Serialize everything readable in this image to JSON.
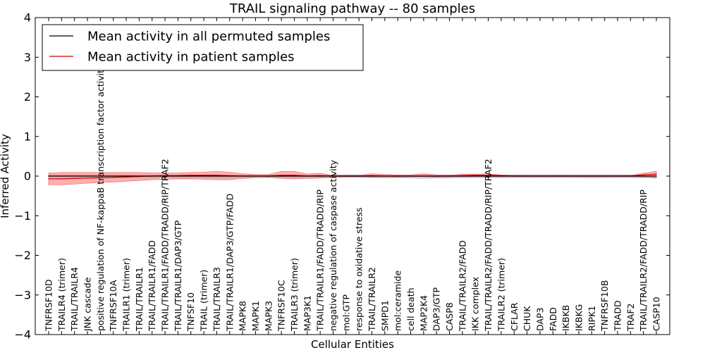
{
  "chart_data": {
    "type": "line",
    "title": "TRAIL signaling pathway -- 80 samples",
    "xlabel": "Cellular Entities",
    "ylabel": "Inferred Activity",
    "ylim": [
      -4,
      4
    ],
    "yticks": [
      -4,
      -3,
      -2,
      -1,
      0,
      1,
      2,
      3,
      4
    ],
    "ytick_labels": [
      "−4",
      "−3",
      "−2",
      "−1",
      "0",
      "1",
      "2",
      "3",
      "4"
    ],
    "grid": false,
    "legend_position": "top-left",
    "categories": [
      "TNFRSF10D",
      "TRAILR4 (trimer)",
      "TRAIL/TRAILR4",
      "JNK cascade",
      "positive regulation of NF-kappaB transcription factor activity",
      "TNFRSF10A",
      "TRAILR1 (trimer)",
      "TRAIL/TRAILR1",
      "TRAIL/TRAILR1/FADD",
      "TRAIL/TRAILR1/FADD/TRADD/RIP/TRAF2",
      "TRAIL/TRAILR1/DAP3/GTP",
      "TNFSF10",
      "TRAIL (trimer)",
      "TRAIL/TRAILR3",
      "TRAIL/TRAILR1/DAP3/GTP/FADD",
      "MAPK8",
      "MAPK1",
      "MAPK3",
      "TNFRSF10C",
      "TRAILR3 (trimer)",
      "MAP3K1",
      "TRAIL/TRAILR1/FADD/TRADD/RIP",
      "negative regulation of caspase activity",
      "mol:GTP",
      "response to oxidative stress",
      "TRAIL/TRAILR2",
      "SMPD1",
      "mol:ceramide",
      "cell death",
      "MAP2K4",
      "DAP3/GTP",
      "CASP8",
      "TRAIL/TRAILR2/FADD",
      "IKK complex",
      "TRAIL/TRAILR2/FADD/TRADD/RIP/TRAF2",
      "TRAILR2 (trimer)",
      "CFLAR",
      "CHUK",
      "DAP3",
      "FADD",
      "IKBKB",
      "IKBKG",
      "RIPK1",
      "TNFRSF10B",
      "TRADD",
      "TRAF2",
      "TRAIL/TRAILR2/FADD/TRADD/RIP",
      "CASP10"
    ],
    "series": [
      {
        "name": "Mean activity in all permuted samples",
        "color": "#000000",
        "values": [
          0.0,
          0.0,
          0.0,
          0.0,
          0.0,
          0.0,
          0.0,
          0.0,
          0.0,
          0.0,
          0.0,
          0.0,
          0.0,
          0.0,
          0.0,
          0.0,
          0.0,
          0.0,
          0.0,
          0.0,
          0.0,
          0.0,
          0.0,
          0.0,
          0.0,
          0.0,
          0.0,
          0.0,
          0.0,
          0.0,
          0.0,
          0.0,
          0.0,
          0.0,
          0.0,
          0.0,
          0.0,
          0.0,
          0.0,
          0.0,
          0.0,
          0.0,
          0.0,
          0.0,
          0.0,
          0.0,
          0.0,
          0.0
        ],
        "band_lower": [
          -0.06,
          -0.06,
          -0.05,
          -0.05,
          -0.05,
          -0.05,
          -0.05,
          -0.04,
          -0.04,
          -0.04,
          -0.04,
          -0.04,
          -0.04,
          -0.04,
          -0.04,
          -0.04,
          -0.04,
          -0.04,
          -0.03,
          -0.03,
          -0.03,
          -0.03,
          -0.03,
          -0.03,
          -0.03,
          -0.04,
          -0.04,
          -0.04,
          -0.05,
          -0.06,
          -0.05,
          -0.05,
          -0.04,
          -0.04,
          -0.04,
          -0.04,
          -0.04,
          -0.04,
          -0.04,
          -0.04,
          -0.04,
          -0.04,
          -0.05,
          -0.04,
          -0.04,
          -0.04,
          -0.04,
          -0.04
        ],
        "band_upper": [
          0.03,
          0.03,
          0.03,
          0.03,
          0.03,
          0.03,
          0.03,
          0.03,
          0.03,
          0.03,
          0.03,
          0.03,
          0.03,
          0.03,
          0.03,
          0.03,
          0.03,
          0.03,
          0.03,
          0.03,
          0.03,
          0.03,
          0.03,
          0.03,
          0.03,
          0.03,
          0.03,
          0.03,
          0.03,
          0.03,
          0.03,
          0.03,
          0.03,
          0.03,
          0.03,
          0.03,
          0.03,
          0.03,
          0.03,
          0.03,
          0.03,
          0.03,
          0.03,
          0.03,
          0.03,
          0.03,
          0.03,
          0.03
        ]
      },
      {
        "name": "Mean activity in patient samples",
        "color": "#cc0000",
        "values": [
          -0.07,
          -0.07,
          -0.06,
          -0.05,
          -0.04,
          -0.03,
          -0.02,
          -0.01,
          0.0,
          0.01,
          0.01,
          0.02,
          0.02,
          0.02,
          0.01,
          0.0,
          0.0,
          0.0,
          0.02,
          0.02,
          0.0,
          0.01,
          0.0,
          0.0,
          0.0,
          0.01,
          0.0,
          0.0,
          0.0,
          0.0,
          0.0,
          0.0,
          0.01,
          0.02,
          0.02,
          0.01,
          0.0,
          0.0,
          0.0,
          0.0,
          0.0,
          0.0,
          0.0,
          0.0,
          0.0,
          0.0,
          0.03,
          0.05
        ],
        "band_lower": [
          -0.22,
          -0.22,
          -0.2,
          -0.18,
          -0.16,
          -0.15,
          -0.13,
          -0.11,
          -0.09,
          -0.08,
          -0.07,
          -0.07,
          -0.08,
          -0.09,
          -0.09,
          -0.06,
          -0.04,
          -0.03,
          -0.06,
          -0.07,
          -0.06,
          -0.05,
          -0.03,
          -0.02,
          -0.02,
          -0.03,
          -0.04,
          -0.03,
          -0.02,
          -0.02,
          -0.03,
          -0.02,
          -0.02,
          -0.02,
          -0.02,
          -0.02,
          -0.02,
          -0.02,
          -0.02,
          -0.02,
          -0.02,
          -0.02,
          -0.02,
          -0.02,
          -0.02,
          -0.02,
          -0.03,
          -0.05
        ],
        "band_upper": [
          0.08,
          0.09,
          0.09,
          0.09,
          0.09,
          0.09,
          0.09,
          0.09,
          0.08,
          0.08,
          0.08,
          0.09,
          0.1,
          0.12,
          0.1,
          0.06,
          0.04,
          0.04,
          0.12,
          0.12,
          0.05,
          0.07,
          0.02,
          0.02,
          0.02,
          0.06,
          0.04,
          0.03,
          0.03,
          0.06,
          0.03,
          0.02,
          0.05,
          0.05,
          0.06,
          0.03,
          0.02,
          0.02,
          0.02,
          0.02,
          0.02,
          0.02,
          0.02,
          0.02,
          0.02,
          0.02,
          0.07,
          0.12
        ],
        "band_color": "#ff6b6b"
      }
    ]
  }
}
